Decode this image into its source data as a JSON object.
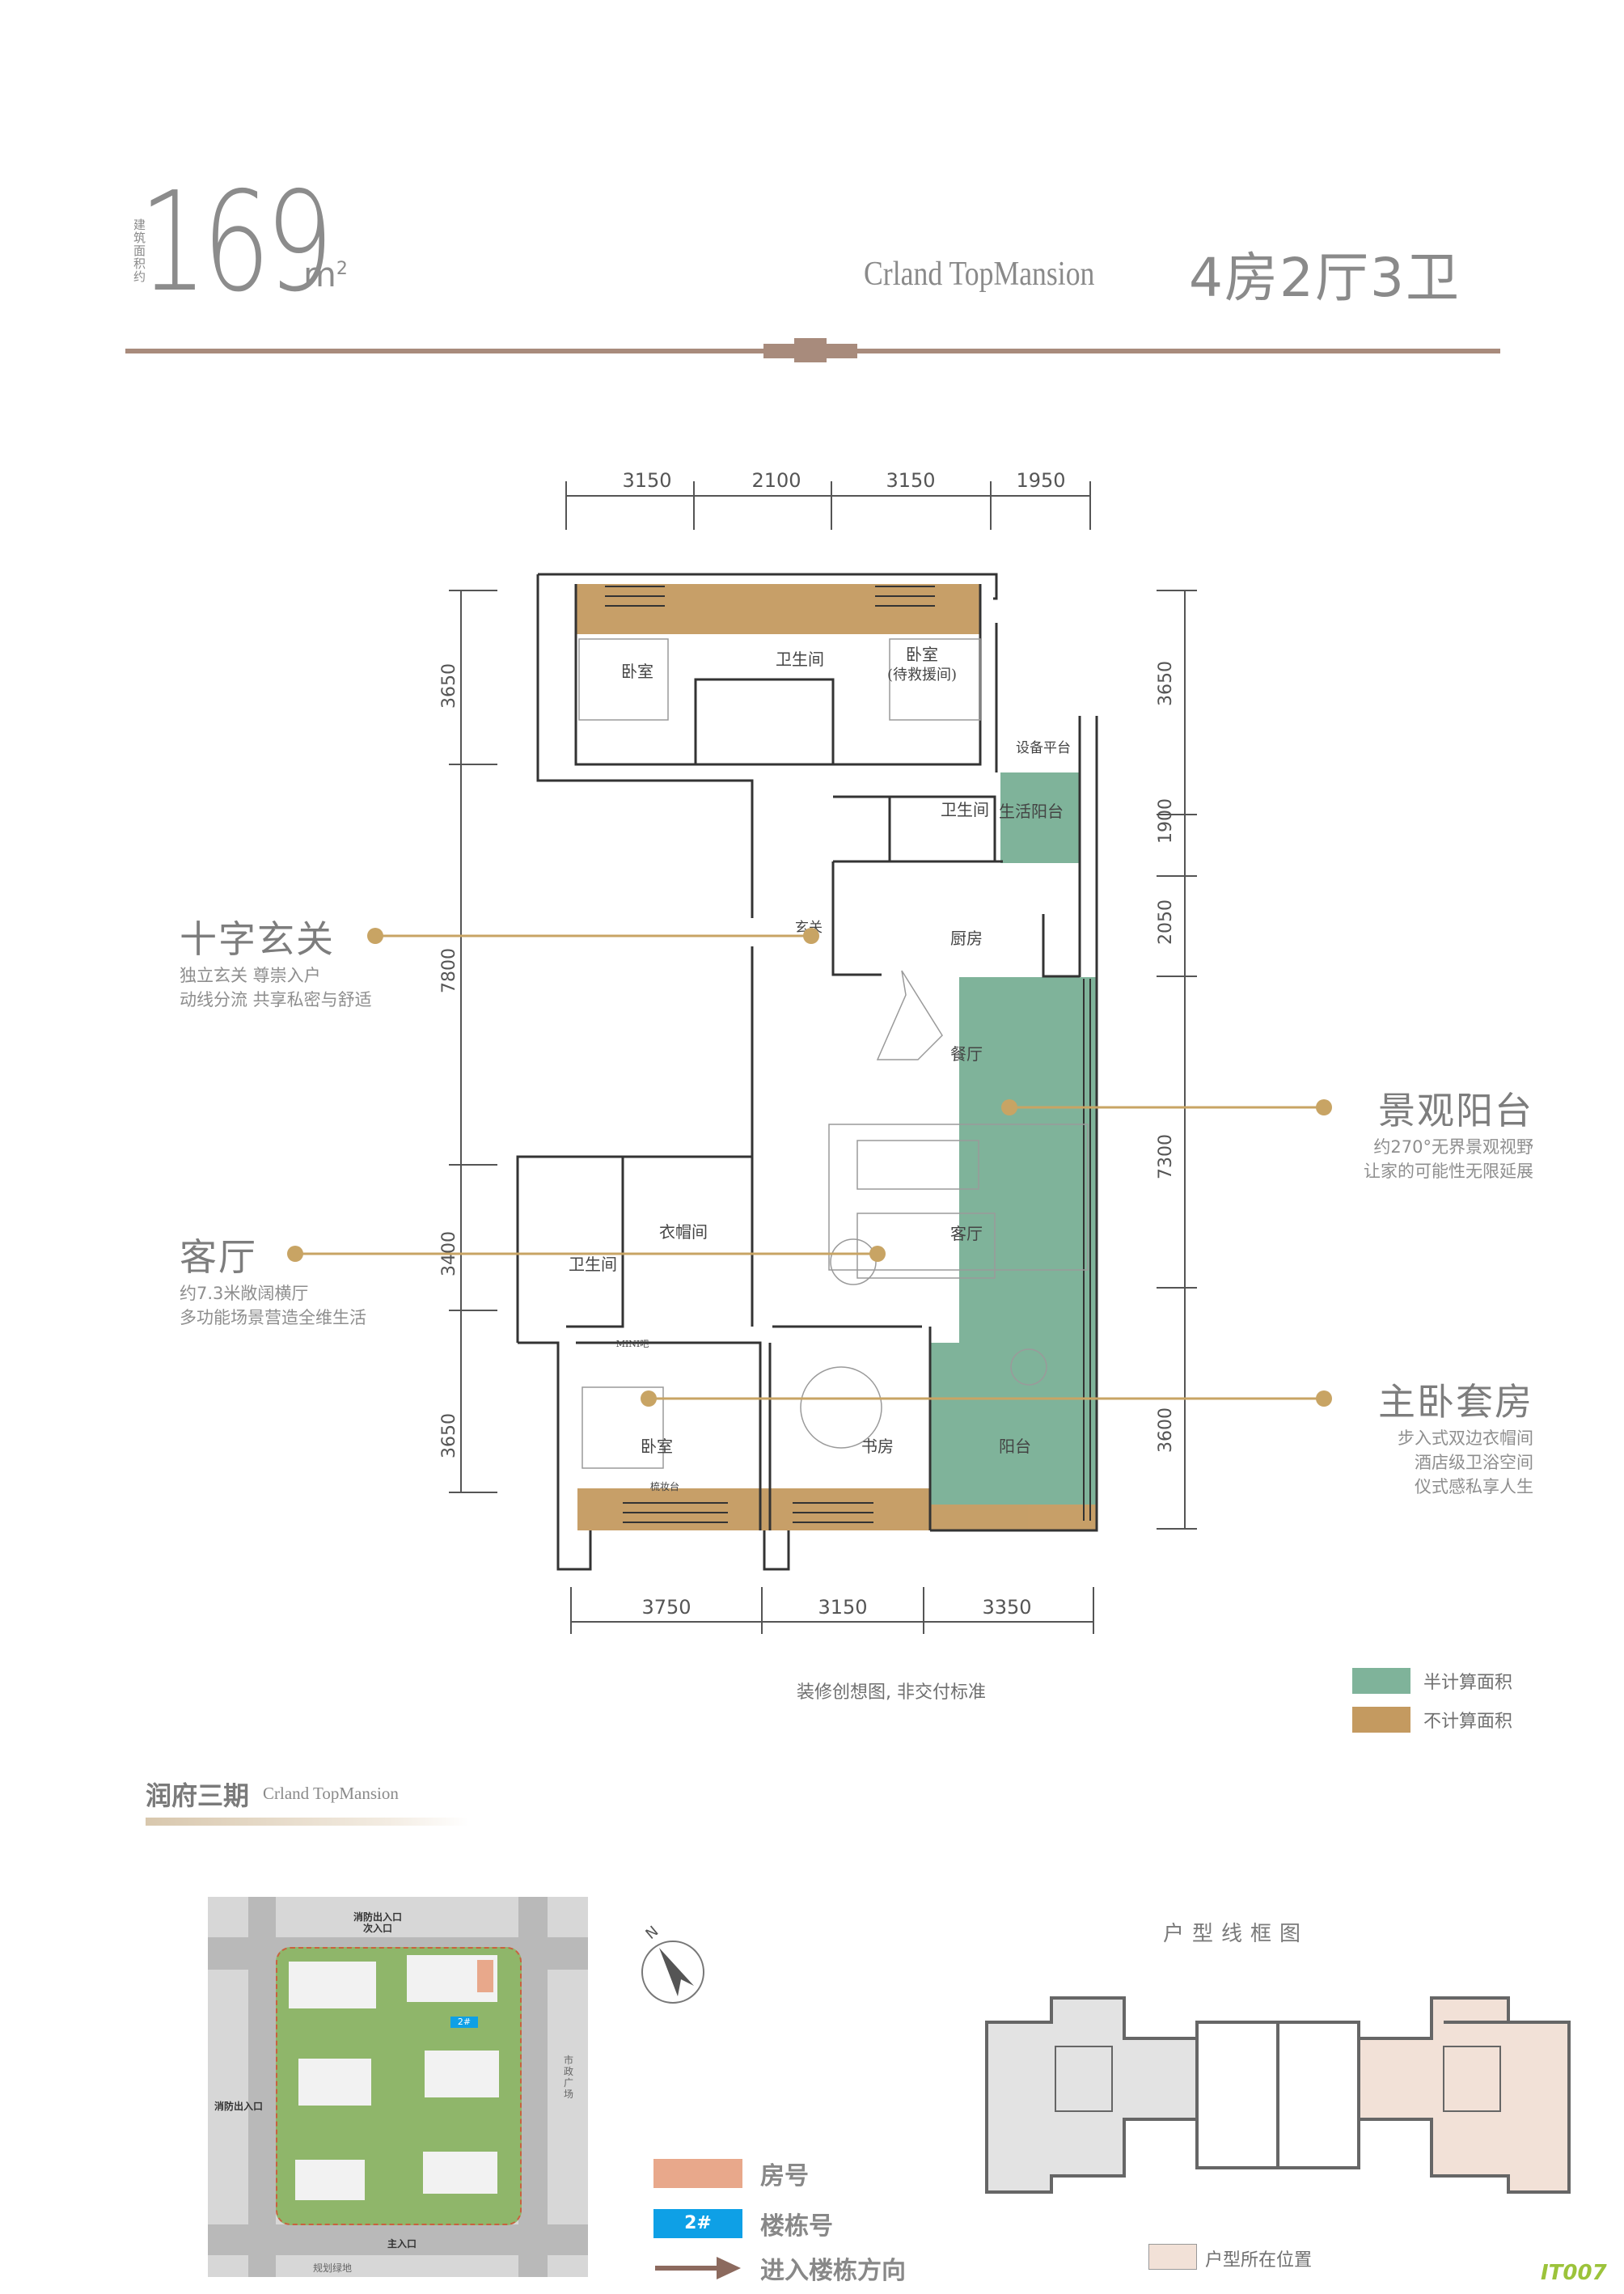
{
  "header": {
    "area_label": "建筑面积约",
    "area_value": "169",
    "area_unit": "m",
    "area_unit_sup": "2",
    "brand_en": "Crland TopMansion",
    "layout": "4房2厅3卫"
  },
  "dimensions": {
    "top": [
      "3150",
      "2100",
      "3150",
      "1950"
    ],
    "bottom": [
      "3750",
      "3150",
      "3350"
    ],
    "left": [
      "3650",
      "7800",
      "3400",
      "3650"
    ],
    "right": [
      "3650",
      "1900",
      "2050",
      "7300",
      "3600"
    ]
  },
  "rooms": {
    "bedroom_nw": "卧室",
    "bath_n": "卫生间",
    "bedroom_ne": "卧室",
    "bedroom_ne_sub": "(待救援间)",
    "equipment_platform": "设备平台",
    "bath_center": "卫生间",
    "utility_balcony": "生活阳台",
    "foyer": "玄关",
    "kitchen": "厨房",
    "dining": "餐厅",
    "living": "客厅",
    "closet": "衣帽间",
    "bath_sw": "卫生间",
    "master_bedroom": "卧室",
    "study": "书房",
    "balcony": "阳台",
    "dresser": "梳妆台",
    "minibar": "MINI吧"
  },
  "callouts": [
    {
      "title": "十字玄关",
      "lines": [
        "独立玄关 尊崇入户",
        "动线分流 共享私密与舒适"
      ]
    },
    {
      "title": "客厅",
      "lines": [
        "约7.3米敞阔横厅",
        "多功能场景营造全维生活"
      ]
    },
    {
      "title": "景观阳台",
      "lines": [
        "约270°无界景观视野",
        "让家的可能性无限延展"
      ]
    },
    {
      "title": "主卧套房",
      "lines": [
        "步入式双边衣帽间",
        "酒店级卫浴空间",
        "仪式感私享人生"
      ]
    }
  ],
  "legend": {
    "items": [
      {
        "label": "半计算面积",
        "color": "#7fb39a"
      },
      {
        "label": "不计算面积",
        "color": "#c49a60"
      }
    ]
  },
  "note": "装修创想图, 非交付标准",
  "site_section": {
    "title": "润府三期",
    "title_en": "Crland TopMansion",
    "site_labels": {
      "north_gate": "消防出入口",
      "north_gate_2": "次入口",
      "west_gate": "消防出入口",
      "south_gate": "主入口",
      "east_road": "市政广场",
      "south_green": "规划绿地",
      "building_tag": "2#"
    },
    "compass_label": "N",
    "legend": [
      {
        "label": "房号",
        "color": "#e8a88b"
      },
      {
        "label": "楼栋号",
        "color": "#0ea0e6",
        "tag": "2#"
      },
      {
        "label": "进入楼栋方向",
        "color": "#8c6a5e"
      }
    ]
  },
  "wireframe": {
    "title": "户型线框图",
    "legend_label": "户型所在位置",
    "legend_color": "#f2e1d7"
  },
  "watermark": "IT007",
  "colors": {
    "accent_gold": "#c8a464",
    "half_area_green": "#7fb39a",
    "excluded_area_tan": "#c49a60",
    "header_rule": "#a88b7c"
  }
}
